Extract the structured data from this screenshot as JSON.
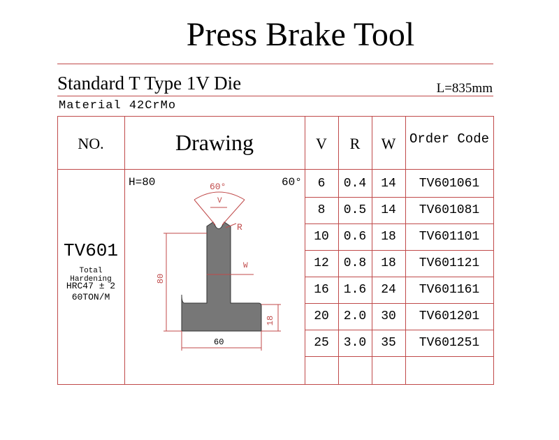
{
  "page": {
    "title": "Press Brake Tool"
  },
  "header": {
    "subtitle": "Standard T Type 1V Die",
    "length": "L=835mm",
    "material": "Material  42CrMo"
  },
  "table": {
    "columns": [
      "NO.",
      "Drawing",
      "V",
      "R",
      "W",
      "Order Code"
    ],
    "rows": [
      {
        "v": "6",
        "r": "0.4",
        "w": "14",
        "code": "TV601061"
      },
      {
        "v": "8",
        "r": "0.5",
        "w": "14",
        "code": "TV601081"
      },
      {
        "v": "10",
        "r": "0.6",
        "w": "18",
        "code": "TV601101"
      },
      {
        "v": "12",
        "r": "0.8",
        "w": "18",
        "code": "TV601121"
      },
      {
        "v": "16",
        "r": "1.6",
        "w": "24",
        "code": "TV601161"
      },
      {
        "v": "20",
        "r": "2.0",
        "w": "30",
        "code": "TV601201"
      },
      {
        "v": "25",
        "r": "3.0",
        "w": "35",
        "code": "TV601251"
      }
    ]
  },
  "model": {
    "number": "TV601",
    "hardening_label": "Total Hardening",
    "hardness": "HRC47 ± 2",
    "capacity": "60TON/M"
  },
  "drawing": {
    "height_label": "H=80",
    "angle_label": "60°",
    "arc_label": "60°",
    "v_label": "V",
    "r_label": "R",
    "w_label": "W",
    "height_dim": "80",
    "base_height_dim": "18",
    "base_width_dim": "60",
    "fill_color": "#777777",
    "dim_color": "#c04a4a"
  }
}
